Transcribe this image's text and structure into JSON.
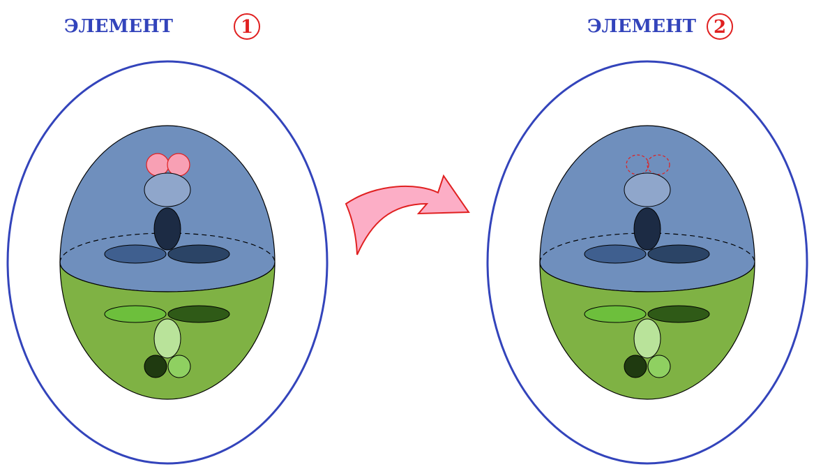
{
  "elements": [
    {
      "title": "ЭЛЕМЕНТ",
      "number": "1",
      "top_pair_state": "filled"
    },
    {
      "title": "ЭЛЕМЕНТ",
      "number": "2",
      "top_pair_state": "dashed-empty"
    }
  ],
  "colors": {
    "title": "#3344bb",
    "outer_ring": "#3344bb",
    "badge_ring": "#e02020",
    "upper_body": "#6f8fbd",
    "lower_body": "#7fb244",
    "pink_dot": "#f8a0b4",
    "pink_dot_stroke": "#e02020",
    "light_blue_oval": "#8fa6cb",
    "dark_navy": "#1c2b44",
    "blue_left_oval": "#3f5f8f",
    "blue_right_oval": "#2b4466",
    "green_left_oval": "#6dbf3c",
    "green_right_oval": "#2f5a17",
    "light_green_oval": "#b9e39a",
    "dark_green_dot": "#1f3a10",
    "light_green_dot": "#8fd061",
    "arrow_fill": "#fcaec6",
    "arrow_stroke": "#e02020"
  }
}
